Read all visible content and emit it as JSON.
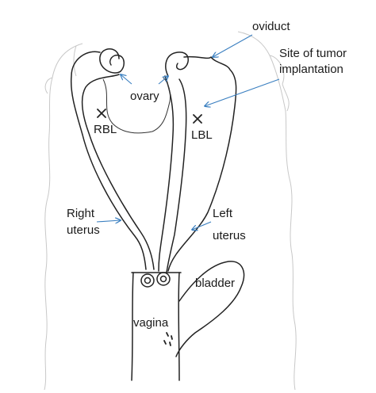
{
  "labels": {
    "oviduct": "oviduct",
    "site_line1": "Site of tumor",
    "site_line2": "implantation",
    "ovary": "ovary",
    "rbl": "RBL",
    "lbl": "LBL",
    "right_line1": "Right",
    "right_line2": "uterus",
    "left_line1": "Left",
    "left_line2": "uterus",
    "bladder": "bladder",
    "vagina": "vagina"
  },
  "colors": {
    "arrow": "#3a7fc0",
    "ink": "#222222",
    "sketch": "#c8c8c8"
  }
}
